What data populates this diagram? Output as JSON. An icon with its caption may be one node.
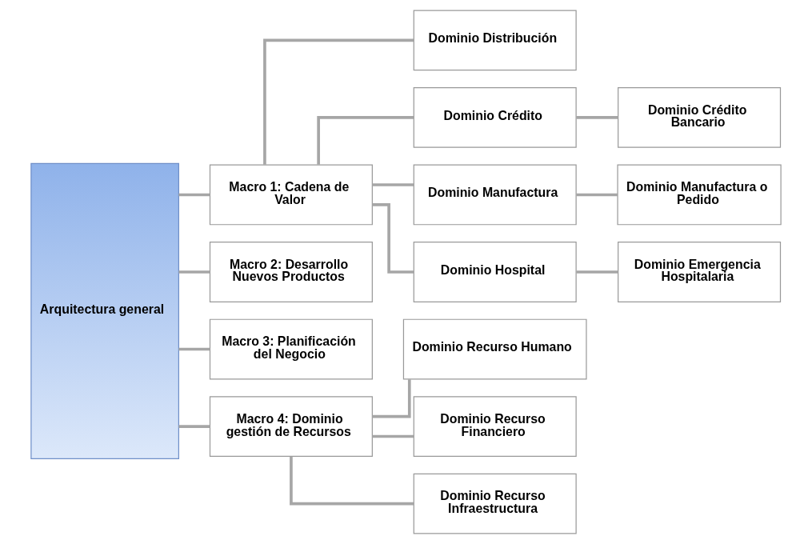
{
  "diagram": {
    "nodes": [
      {
        "text": [
          "Arquitectura general"
        ]
      },
      {
        "text": [
          "Macro 1: Cadena de Valor"
        ]
      },
      {
        "text": [
          "Macro 2: Desarrollo Nuevos Productos"
        ]
      },
      {
        "text": [
          "Macro 3: Planificación del Negocio"
        ]
      },
      {
        "text": [
          "Macro 4: Dominio gestión de Recursos"
        ]
      },
      {
        "text": [
          "Dominio Distribución"
        ]
      },
      {
        "text": [
          "Dominio Crédito"
        ]
      },
      {
        "text": [
          "Dominio Manufactura"
        ]
      },
      {
        "text": [
          "Dominio Hospital"
        ]
      },
      {
        "text": [
          "Dominio Crédito Bancario"
        ]
      },
      {
        "text": [
          "Dominio Manufactura o Pedido"
        ]
      },
      {
        "text": [
          "Dominio Emergencia Hospitalaria"
        ]
      },
      {
        "text": [
          "Dominio Recurso Humano"
        ]
      },
      {
        "text": [
          "Dominio Recurso Financiero"
        ]
      },
      {
        "text": [
          "Dominio Recurso Infraestructura"
        ]
      }
    ],
    "edges": [
      {
        "from": 0,
        "to": 1,
        "arrow": "none"
      },
      {
        "from": 0,
        "to": 2,
        "arrow": "none"
      },
      {
        "from": 0,
        "to": 3,
        "arrow": "none"
      },
      {
        "from": 0,
        "to": 4,
        "arrow": "none"
      },
      {
        "from": 1,
        "to": 5,
        "arrow": "none"
      },
      {
        "from": 1,
        "to": 6,
        "arrow": "none"
      },
      {
        "from": 1,
        "to": 7,
        "arrow": "none"
      },
      {
        "from": 1,
        "to": 8,
        "arrow": "none"
      },
      {
        "from": 6,
        "to": 9,
        "arrow": "none"
      },
      {
        "from": 7,
        "to": 10,
        "arrow": "none"
      },
      {
        "from": 8,
        "to": 11,
        "arrow": "none"
      },
      {
        "from": 4,
        "to": 12,
        "arrow": "none"
      },
      {
        "from": 4,
        "to": 13,
        "arrow": "none"
      },
      {
        "from": 4,
        "to": 14,
        "arrow": "none"
      }
    ]
  }
}
